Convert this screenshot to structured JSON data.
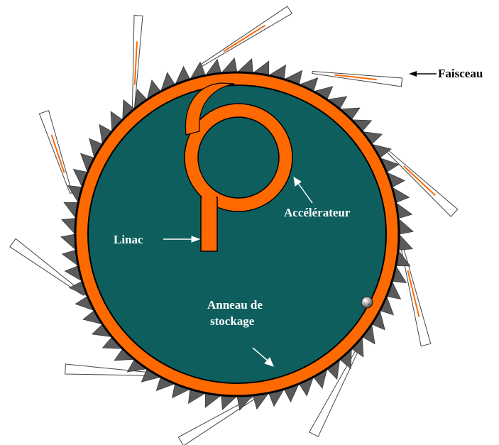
{
  "labels": {
    "beam": "Faisceau",
    "accelerator": "Accélérateur",
    "linac": "Linac",
    "storage_ring_line1": "Anneau de",
    "storage_ring_line2": "stockage"
  },
  "colors": {
    "background": "#ffffff",
    "sawtooth_wall": "#5a5a5a",
    "ring_orange": "#ff6a00",
    "interior_teal": "#0e5e5e",
    "outline": "#000000",
    "beamline_fill": "#ffffff",
    "beam_orange": "#ff6a00",
    "label_white": "#ffffff",
    "label_black": "#000000"
  },
  "icons": {
    "detector_ball": "electron-sphere-icon"
  }
}
